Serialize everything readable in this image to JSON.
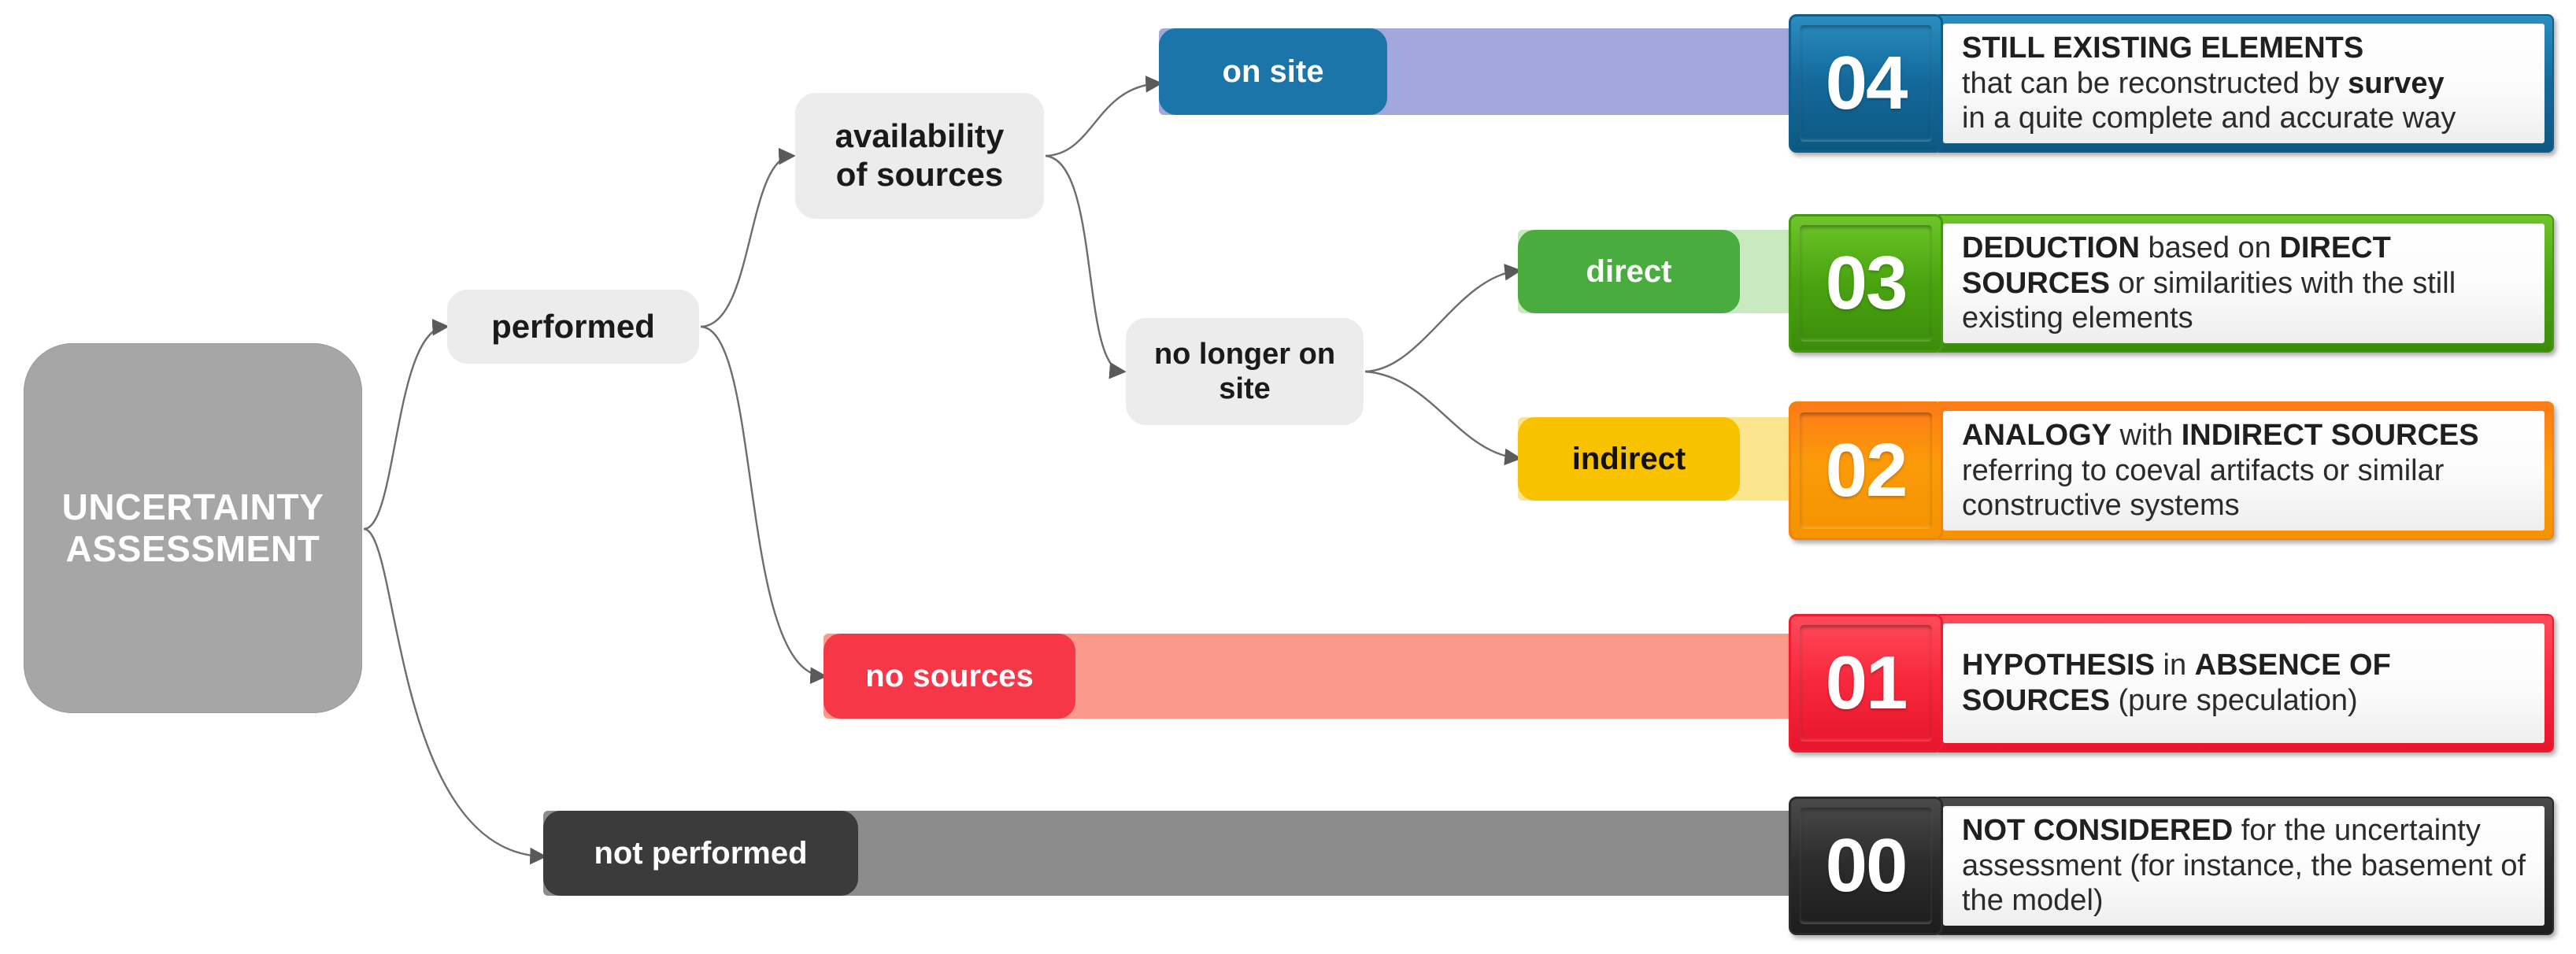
{
  "root": {
    "line1": "UNCERTAINTY",
    "line2": "ASSESSMENT",
    "color": "#a6a6a6"
  },
  "branches": {
    "performed": "performed",
    "not_performed": "not performed",
    "availability_line1": "availability",
    "availability_line2": "of sources",
    "no_longer_line1": "no longer on",
    "no_longer_line2": "site",
    "on_site": "on site",
    "direct": "direct",
    "indirect": "indirect",
    "no_sources": "no sources"
  },
  "levels": [
    {
      "number": "04",
      "pill_label": "on site",
      "pill_color": "#1b75a8",
      "pill_text_color": "#ffffff",
      "bar_color": "#a3a8dc",
      "accent": "#14699b",
      "title": "STILL EXISTING ELEMENTS",
      "body": [
        {
          "text": "that can be reconstructed by ",
          "bold": false
        },
        {
          "text": "survey",
          "bold": true
        },
        {
          "text": "\nin a quite complete and accurate way",
          "bold": false
        }
      ]
    },
    {
      "number": "03",
      "pill_label": "direct",
      "pill_color": "#4aac3f",
      "pill_text_color": "#ffffff",
      "bar_color": "#c9eac1",
      "accent": "#4aa510",
      "title": "DEDUCTION",
      "body": [
        {
          "text": "DEDUCTION",
          "bold": true
        },
        {
          "text": " based on ",
          "bold": false
        },
        {
          "text": "DIRECT SOURCES",
          "bold": true
        },
        {
          "text": " or similarities with the still existing elements",
          "bold": false
        }
      ]
    },
    {
      "number": "02",
      "pill_label": "indirect",
      "pill_color": "#f9c200",
      "pill_text_color": "#111111",
      "bar_color": "#fbe58f",
      "accent": "#fb9b09",
      "title": "ANALOGY",
      "body": [
        {
          "text": "ANALOGY",
          "bold": true
        },
        {
          "text": " with ",
          "bold": false
        },
        {
          "text": "INDIRECT SOURCES",
          "bold": true
        },
        {
          "text": " referring to coeval artifacts or similar constructive systems",
          "bold": false
        }
      ]
    },
    {
      "number": "01",
      "pill_label": "no sources",
      "pill_color": "#f53748",
      "pill_text_color": "#ffffff",
      "bar_color": "#fb9a8c",
      "accent": "#f7283c",
      "title": "HYPOTHESIS",
      "body": [
        {
          "text": "HYPOTHESIS",
          "bold": true
        },
        {
          "text": " in ",
          "bold": false
        },
        {
          "text": "ABSENCE OF SOURCES",
          "bold": true
        },
        {
          "text": " (pure speculation)",
          "bold": false
        }
      ]
    },
    {
      "number": "00",
      "pill_label": "not performed",
      "pill_color": "#3b3b3b",
      "pill_text_color": "#ffffff",
      "bar_color": "#8c8c8c",
      "accent": "#2c2c2c",
      "title": "NOT CONSIDERED",
      "body": [
        {
          "text": "NOT CONSIDERED",
          "bold": true
        },
        {
          "text": " for the uncertainty assessment (for instance, the basement of the model)",
          "bold": false
        }
      ]
    }
  ],
  "card_texts": {
    "c04_l1_bold": "STILL EXISTING ELEMENTS",
    "c04_l2_a": "that can be reconstructed by ",
    "c04_l2_b": "survey",
    "c04_l3": "in a quite complete and accurate way",
    "c03_a": "DEDUCTION",
    "c03_b": " based on ",
    "c03_c": "DIRECT SOURCES",
    "c03_d": " or similarities with the still existing elements",
    "c02_a": "ANALOGY",
    "c02_b": " with ",
    "c02_c": "INDIRECT SOURCES",
    "c02_d": " referring to coeval artifacts or similar constructive systems",
    "c01_a": "HYPOTHESIS",
    "c01_b": " in ",
    "c01_c": "ABSENCE OF SOURCES",
    "c01_d": " (pure speculation)",
    "c00_a": "NOT CONSIDERED",
    "c00_b": " for the uncertainty assessment (for instance, the basement of the model)"
  }
}
